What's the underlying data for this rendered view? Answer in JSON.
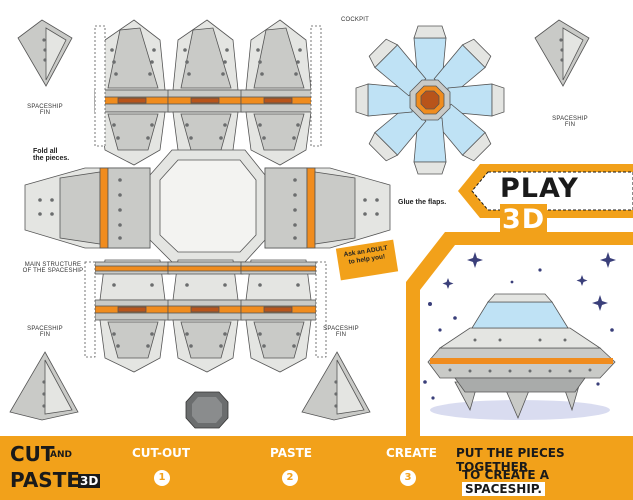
{
  "labels": {
    "spaceship_fin": "SPACESHIP\nFIN",
    "cockpit": "COCKPIT",
    "main_structure": "MAIN STRUCTURE\nOF THE SPACESHIP",
    "fold_note": "Fold all\nthe pieces.",
    "glue_note": "Glue the flaps.",
    "adult_note": "Ask an ADULT\nto help you!"
  },
  "badge": {
    "play": "PLAY",
    "three_d": "3D"
  },
  "footer": {
    "cut": "CUT",
    "and": "AND",
    "paste": "PASTE",
    "three_d": "3D",
    "steps": [
      {
        "label": "CUT-OUT",
        "num": "1",
        "icon": "scissors-icon"
      },
      {
        "label": "PASTE",
        "num": "2",
        "icon": "glue-icon"
      },
      {
        "label": "CREATE",
        "num": "3",
        "icon": ""
      }
    ],
    "tagline_1": "PUT THE PIECES TOGETHER",
    "tagline_2": "TO CREATE A",
    "tagline_word": "SPACESHIP."
  },
  "colors": {
    "accent": "#f2a11a",
    "panel_gray": "#c9cac7",
    "panel_light": "#e4e5e2",
    "stripe_orange": "#f08c1e",
    "glass_blue": "#bfe2f5",
    "ink": "#1a1a1a",
    "star": "#3a3f7a"
  }
}
